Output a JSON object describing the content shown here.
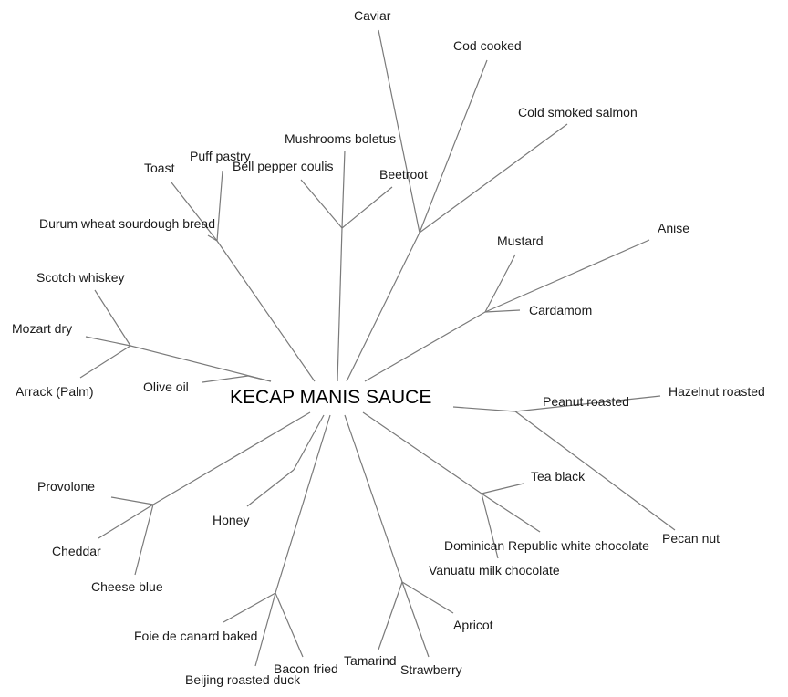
{
  "center_label": "KECAP MANIS SAUCE",
  "colors": {
    "line": "#7a7a7a",
    "text": "#1a1a1a",
    "background": "#ffffff"
  },
  "labels": {
    "caviar": "Caviar",
    "cod_cooked": "Cod cooked",
    "cold_smoked_salmon": "Cold smoked salmon",
    "mushrooms_boletus": "Mushrooms boletus",
    "bell_pepper_coulis": "Bell pepper coulis",
    "beetroot": "Beetroot",
    "puff_pastry": "Puff pastry",
    "toast": "Toast",
    "durum_wheat_sourdough_bread": "Durum wheat sourdough bread",
    "mustard": "Mustard",
    "anise": "Anise",
    "cardamom": "Cardamom",
    "scotch_whiskey": "Scotch whiskey",
    "mozart_dry": "Mozart dry",
    "arrack_palm": "Arrack (Palm)",
    "olive_oil": "Olive oil",
    "peanut_roasted": "Peanut roasted",
    "hazelnut_roasted": "Hazelnut roasted",
    "pecan_nut": "Pecan nut",
    "tea_black": "Tea black",
    "dominican_republic_white_chocolate": "Dominican Republic white chocolate",
    "vanuatu_milk_chocolate": "Vanuatu milk chocolate",
    "provolone": "Provolone",
    "cheddar": "Cheddar",
    "cheese_blue": "Cheese blue",
    "honey": "Honey",
    "foie_de_canard_baked": "Foie de canard baked",
    "bacon_fried": "Bacon fried",
    "beijing_roasted_duck": "Beijing roasted duck",
    "tamarind": "Tamarind",
    "strawberry": "Strawberry",
    "apricot": "Apricot"
  }
}
